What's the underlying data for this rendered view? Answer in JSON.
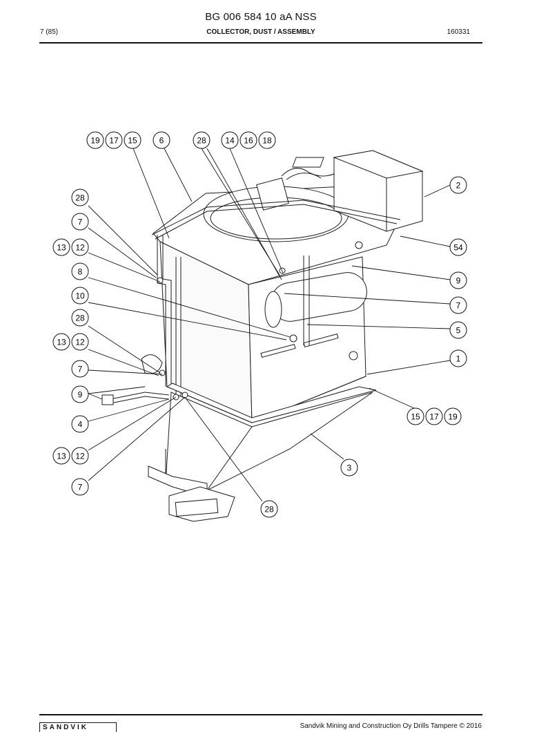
{
  "header": {
    "doc_number": "BG 006 584 10 aA NSS",
    "page": "7 (85)",
    "title": "COLLECTOR, DUST / ASSEMBLY",
    "date_code": "160331"
  },
  "callouts": [
    {
      "id": "c-19a",
      "label": "19"
    },
    {
      "id": "c-17a",
      "label": "17"
    },
    {
      "id": "c-15a",
      "label": "15"
    },
    {
      "id": "c-6",
      "label": "6"
    },
    {
      "id": "c-28a",
      "label": "28"
    },
    {
      "id": "c-14",
      "label": "14"
    },
    {
      "id": "c-16",
      "label": "16"
    },
    {
      "id": "c-18",
      "label": "18"
    },
    {
      "id": "c-2",
      "label": "2"
    },
    {
      "id": "c-28b",
      "label": "28"
    },
    {
      "id": "c-7a",
      "label": "7"
    },
    {
      "id": "c-13a",
      "label": "13"
    },
    {
      "id": "c-12a",
      "label": "12"
    },
    {
      "id": "c-54",
      "label": "54"
    },
    {
      "id": "c-8",
      "label": "8"
    },
    {
      "id": "c-9a",
      "label": "9"
    },
    {
      "id": "c-10",
      "label": "10"
    },
    {
      "id": "c-7b",
      "label": "7"
    },
    {
      "id": "c-28c",
      "label": "28"
    },
    {
      "id": "c-5",
      "label": "5"
    },
    {
      "id": "c-13b",
      "label": "13"
    },
    {
      "id": "c-12b",
      "label": "12"
    },
    {
      "id": "c-1",
      "label": "1"
    },
    {
      "id": "c-7c",
      "label": "7"
    },
    {
      "id": "c-9b",
      "label": "9"
    },
    {
      "id": "c-15b",
      "label": "15"
    },
    {
      "id": "c-17b",
      "label": "17"
    },
    {
      "id": "c-19b",
      "label": "19"
    },
    {
      "id": "c-4",
      "label": "4"
    },
    {
      "id": "c-13c",
      "label": "13"
    },
    {
      "id": "c-12c",
      "label": "12"
    },
    {
      "id": "c-3",
      "label": "3"
    },
    {
      "id": "c-7d",
      "label": "7"
    },
    {
      "id": "c-28d",
      "label": "28"
    }
  ],
  "footer": {
    "copyright": "Sandvik Mining and Construction Oy Drills Tampere © 2016",
    "logo_text": "SANDVIK"
  }
}
